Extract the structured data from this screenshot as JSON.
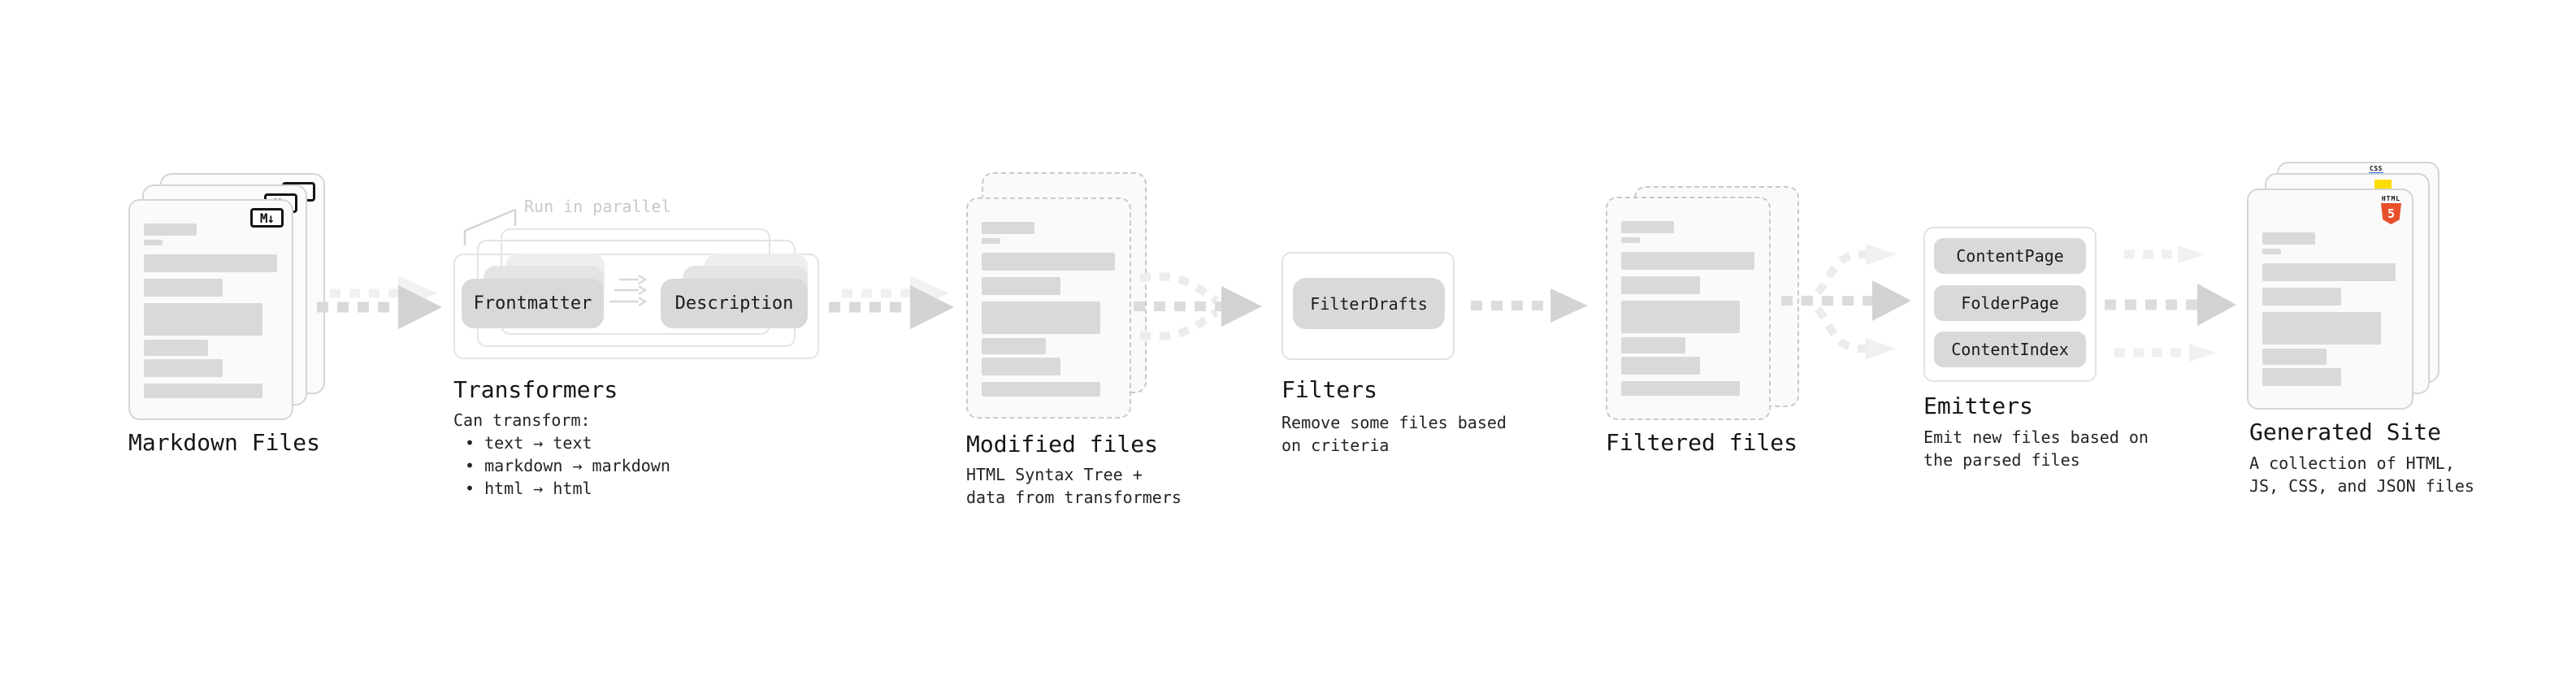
{
  "diagram": {
    "markdown_files": {
      "label": "Markdown Files",
      "badge": "M↓"
    },
    "transformers": {
      "label": "Transformers",
      "annotation": "Run in parallel",
      "pill_frontmatter": "Frontmatter",
      "pill_description": "Description",
      "caption_title": "Can transform:",
      "bullets": [
        "text → text",
        "markdown → markdown",
        "html → html"
      ]
    },
    "modified_files": {
      "label": "Modified files",
      "caption": [
        "HTML Syntax Tree +",
        "data from transformers"
      ]
    },
    "filters": {
      "label": "Filters",
      "pill": "FilterDrafts",
      "caption": [
        "Remove some files based",
        "on criteria"
      ]
    },
    "filtered_files": {
      "label": "Filtered files"
    },
    "emitters": {
      "label": "Emitters",
      "pills": [
        "ContentPage",
        "FolderPage",
        "ContentIndex"
      ],
      "caption": [
        "Emit new files based on",
        "the parsed files"
      ]
    },
    "generated_site": {
      "label": "Generated Site",
      "caption": [
        "A collection of HTML,",
        "JS, CSS, and JSON files"
      ],
      "badge_html_word": "HTML",
      "badge_html_number": "5",
      "badge_css_word": "CSS"
    }
  },
  "colors": {
    "html5_orange": "#e8502b",
    "js_yellow": "#ffdd00",
    "css_blue": "#2f6ce6",
    "pill_gray": "#d9d9d9",
    "arrow_gray": "#d2d2d2",
    "arrow_faint": "#f0f0f0"
  }
}
